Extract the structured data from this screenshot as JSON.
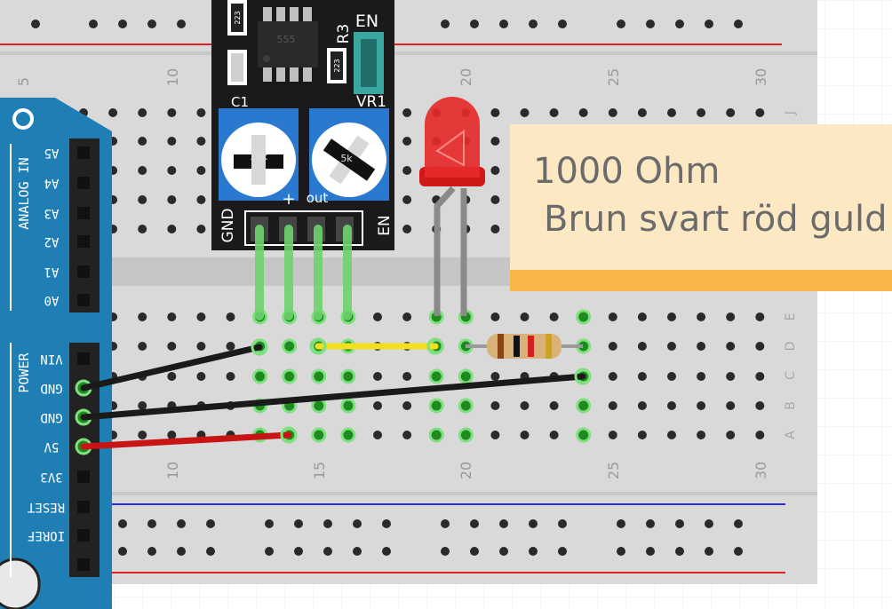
{
  "note": {
    "line1": "1000 Ohm",
    "line2": "Brun svart röd guld"
  },
  "breadboard": {
    "column_numbers": [
      "5",
      "10",
      "15",
      "20",
      "25",
      "30"
    ],
    "row_letters_top": [
      "J"
    ],
    "row_letters_bottom": [
      "E",
      "D",
      "C",
      "B",
      "A"
    ]
  },
  "arduino": {
    "header_analog_title": "ANALOG IN",
    "header_power_title": "POWER",
    "analog_pins": [
      "A5",
      "A4",
      "A3",
      "A2",
      "A1",
      "A0"
    ],
    "power_pins": [
      "VIN",
      "GND",
      "GND",
      "5V",
      "3V3",
      "RESET",
      "IOREF"
    ]
  },
  "module": {
    "chip_label": "555",
    "r3_label": "R3",
    "en_top_label": "EN",
    "vr1_label": "VR1",
    "c1_label": "C1",
    "smd_value_1": "223",
    "smd_value_2": "223",
    "pin_gnd": "GND",
    "pin_plus": "+",
    "pin_out": "out",
    "pin_en": "EN",
    "pot_marks": [
      "10k",
      "5k"
    ]
  },
  "colors": {
    "breadboard": "#d9d9d9",
    "rail_red": "#e02020",
    "rail_blue": "#2a2ad8",
    "arduino": "#1f7fb4",
    "module_board": "#1a1a1a",
    "led": "#e62a2a",
    "wire_black": "#1a1a1a",
    "wire_red": "#c81414",
    "wire_yellow": "#f0e020",
    "pin_green": "#6dd36d",
    "note_bg": "#fde8c4",
    "note_bar": "#f8b649"
  }
}
